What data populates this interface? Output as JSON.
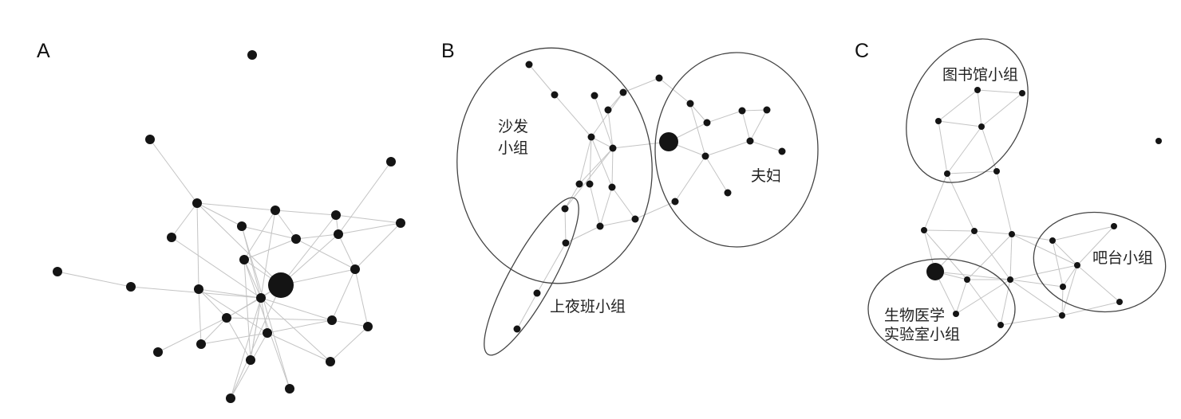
{
  "panels": [
    {
      "label": "A",
      "groups": []
    },
    {
      "label": "B",
      "groups": [
        {
          "name": "sofa",
          "lines": [
            "沙发",
            "小组"
          ]
        },
        {
          "name": "couple",
          "lines": [
            "夫妇"
          ]
        },
        {
          "name": "night-shift",
          "lines": [
            "上夜班小组"
          ]
        }
      ]
    },
    {
      "label": "C",
      "groups": [
        {
          "name": "library",
          "lines": [
            "图书馆小组"
          ]
        },
        {
          "name": "bar",
          "lines": [
            "吧台小组"
          ]
        },
        {
          "name": "biomed-lab",
          "lines": [
            "生物医学",
            "实验室小组"
          ]
        }
      ]
    }
  ],
  "colors": {
    "node": "#141414",
    "edge": "#c4c4c4",
    "group_outline": "#444444"
  }
}
